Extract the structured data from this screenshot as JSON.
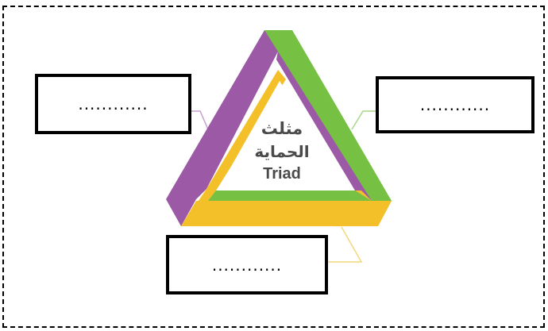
{
  "diagram": {
    "center_title_line1": "مثلث",
    "center_title_line2": "الحماية",
    "center_title_line3": "Triad",
    "boxes": {
      "left": "............",
      "right": "............",
      "bottom": "............"
    },
    "colors": {
      "purple": "#9b59a6",
      "green": "#76c044",
      "yellow": "#f4c02a",
      "text": "#4a4a4a"
    }
  }
}
